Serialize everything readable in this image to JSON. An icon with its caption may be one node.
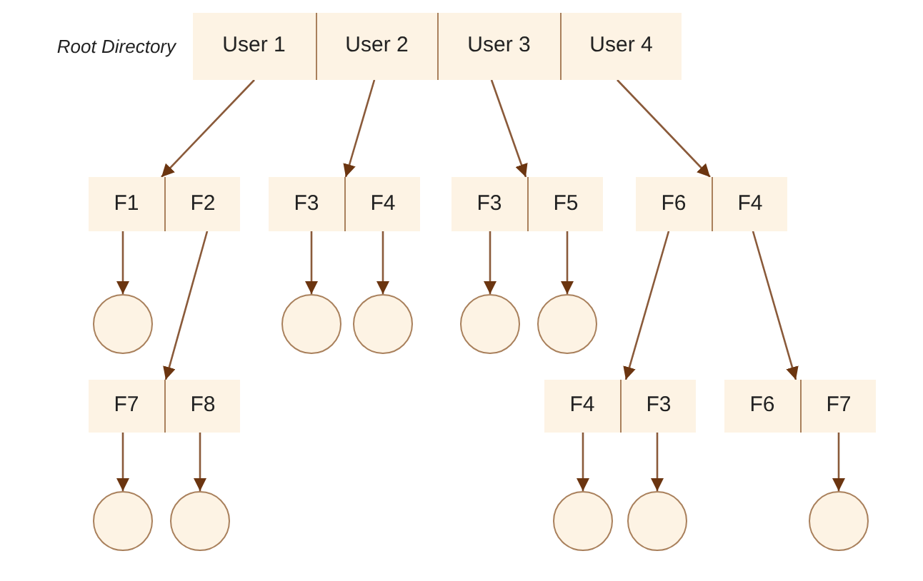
{
  "diagram": {
    "nodes": [
      {
        "text": [],
        "shape": "box",
        "beside": [
          "Root Directory"
        ]
      },
      {
        "text": [
          "User 1"
        ],
        "in": 0
      },
      {
        "text": [
          "User 2"
        ],
        "in": 0
      },
      {
        "text": [
          "User 3"
        ],
        "in": 0
      },
      {
        "text": [
          "User 4"
        ],
        "in": 0
      },
      {
        "text": [],
        "shape": "box"
      },
      {
        "text": [
          "F1"
        ],
        "in": 5
      },
      {
        "text": [
          "F2"
        ],
        "in": 5
      },
      {
        "text": [],
        "shape": "box"
      },
      {
        "text": [
          "F3"
        ],
        "in": 8
      },
      {
        "text": [
          "F4"
        ],
        "in": 8
      },
      {
        "text": [],
        "shape": "box"
      },
      {
        "text": [
          "F3"
        ],
        "in": 11
      },
      {
        "text": [
          "F5"
        ],
        "in": 11
      },
      {
        "text": [],
        "shape": "box"
      },
      {
        "text": [
          "F6"
        ],
        "in": 14
      },
      {
        "text": [
          "F4"
        ],
        "in": 14
      },
      {
        "text": [],
        "shape": "circle"
      },
      {
        "text": [],
        "shape": "circle"
      },
      {
        "text": [],
        "shape": "circle"
      },
      {
        "text": [],
        "shape": "circle"
      },
      {
        "text": [],
        "shape": "circle"
      },
      {
        "text": [],
        "shape": "box"
      },
      {
        "text": [
          "F7"
        ],
        "in": 22
      },
      {
        "text": [
          "F8"
        ],
        "in": 22
      },
      {
        "text": [],
        "shape": "box"
      },
      {
        "text": [
          "F4"
        ],
        "in": 25
      },
      {
        "text": [
          "F3"
        ],
        "in": 25
      },
      {
        "text": [],
        "shape": "box"
      },
      {
        "text": [
          "F6"
        ],
        "in": 28
      },
      {
        "text": [
          "F7"
        ],
        "in": 28
      },
      {
        "text": [],
        "shape": "circle"
      },
      {
        "text": [],
        "shape": "circle"
      },
      {
        "text": [],
        "shape": "circle"
      },
      {
        "text": [],
        "shape": "circle"
      },
      {
        "text": [],
        "shape": "circle"
      }
    ],
    "edges": [
      {
        "from": 1,
        "to": 5,
        "arrow": "to"
      },
      {
        "from": 2,
        "to": 8,
        "arrow": "to"
      },
      {
        "from": 3,
        "to": 11,
        "arrow": "to"
      },
      {
        "from": 4,
        "to": 14,
        "arrow": "to"
      },
      {
        "from": 6,
        "to": 17,
        "arrow": "to"
      },
      {
        "from": 7,
        "to": 22,
        "arrow": "to"
      },
      {
        "from": 9,
        "to": 18,
        "arrow": "to"
      },
      {
        "from": 10,
        "to": 19,
        "arrow": "to"
      },
      {
        "from": 12,
        "to": 20,
        "arrow": "to"
      },
      {
        "from": 13,
        "to": 21,
        "arrow": "to"
      },
      {
        "from": 15,
        "to": 25,
        "arrow": "to"
      },
      {
        "from": 16,
        "to": 28,
        "arrow": "to"
      },
      {
        "from": 23,
        "to": 31,
        "arrow": "to"
      },
      {
        "from": 24,
        "to": 32,
        "arrow": "to"
      },
      {
        "from": 26,
        "to": 33,
        "arrow": "to"
      },
      {
        "from": 27,
        "to": 34,
        "arrow": "to"
      },
      {
        "from": 30,
        "to": 35,
        "arrow": "to"
      }
    ]
  }
}
